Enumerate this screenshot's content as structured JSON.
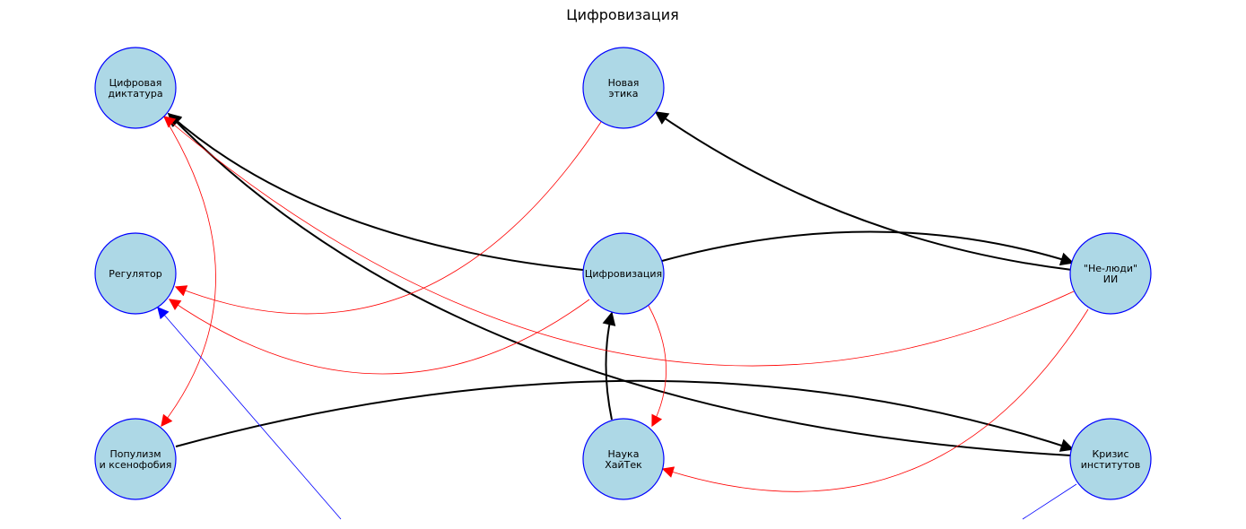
{
  "title": "Цифровизация",
  "colors": {
    "node_fill": "#add8e6",
    "node_stroke": "#0000ff",
    "strong": "#000000",
    "negative": "#ff0000",
    "blue": "#0000ff"
  },
  "nodes": [
    {
      "id": "dictatorship",
      "lines": [
        "Цифровая",
        "диктатура"
      ]
    },
    {
      "id": "ethics",
      "lines": [
        "Новая",
        "этика"
      ]
    },
    {
      "id": "regulator",
      "lines": [
        "Регулятор"
      ]
    },
    {
      "id": "digitalization",
      "lines": [
        "Цифровизация"
      ]
    },
    {
      "id": "ai",
      "lines": [
        "\"Не-люди\"",
        "ИИ"
      ]
    },
    {
      "id": "populism",
      "lines": [
        "Популизм",
        "и ксенофобия"
      ]
    },
    {
      "id": "science",
      "lines": [
        "Наука",
        "ХайТек"
      ]
    },
    {
      "id": "crisis",
      "lines": [
        "Кризис",
        "институтов"
      ]
    }
  ],
  "edges": [
    {
      "from": "digitalization",
      "to": "dictatorship",
      "type": "strong"
    },
    {
      "from": "digitalization",
      "to": "ai",
      "type": "strong"
    },
    {
      "from": "ai",
      "to": "ethics",
      "type": "strong"
    },
    {
      "from": "crisis",
      "to": "dictatorship",
      "type": "strong"
    },
    {
      "from": "populism",
      "to": "crisis",
      "type": "strong"
    },
    {
      "from": "science",
      "to": "digitalization",
      "type": "strong"
    },
    {
      "from": "ethics",
      "to": "regulator",
      "type": "negative"
    },
    {
      "from": "digitalization",
      "to": "regulator",
      "type": "negative"
    },
    {
      "from": "digitalization",
      "to": "science",
      "type": "negative"
    },
    {
      "from": "dictatorship",
      "to": "populism",
      "type": "negative"
    },
    {
      "from": "ai",
      "to": "dictatorship",
      "type": "negative"
    },
    {
      "from": "ai",
      "to": "science",
      "type": "negative"
    },
    {
      "from": "offscreen-bottom",
      "to": "regulator",
      "type": "blue"
    },
    {
      "from": "crisis",
      "to": "offscreen-bottom",
      "type": "blue"
    }
  ]
}
